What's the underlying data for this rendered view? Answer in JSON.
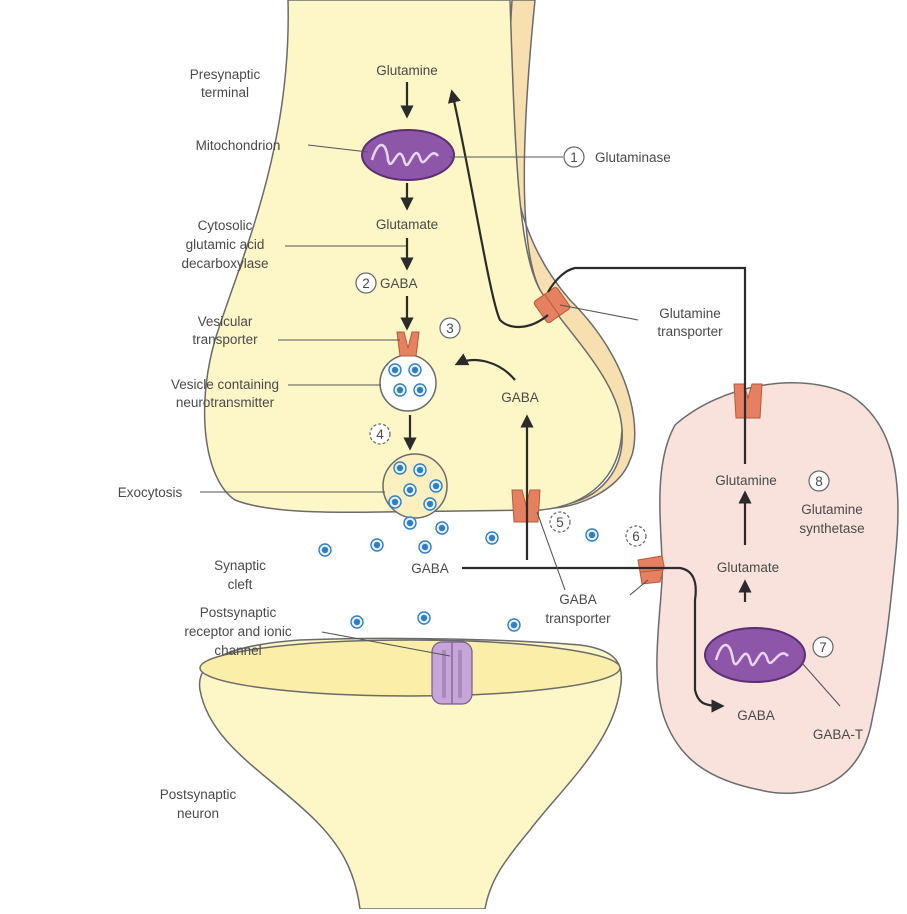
{
  "labels": {
    "presynaptic_terminal": [
      "Presynaptic",
      "terminal"
    ],
    "mitochondrion": "Mitochondrion",
    "cytosolic_gad": [
      "Cytosolic",
      "glutamic acid",
      "decarboxylase"
    ],
    "vesicular_transporter": [
      "Vesicular",
      "transporter"
    ],
    "vesicle_containing": [
      "Vesicle containing",
      "neurotransmitter"
    ],
    "exocytosis": "Exocytosis",
    "synaptic_cleft": [
      "Synaptic",
      "cleft"
    ],
    "postsynaptic_receptor": [
      "Postsynaptic",
      "receptor and ionic",
      "channel"
    ],
    "postsynaptic_neuron": [
      "Postsynaptic",
      "neuron"
    ],
    "glutaminase": "Glutaminase",
    "glutamine_transporter": [
      "Glutamine",
      "transporter"
    ],
    "gaba_transporter": [
      "GABA",
      "transporter"
    ],
    "glutamine_synthetase": [
      "Glutamine",
      "synthetase"
    ],
    "gaba_t": "GABA-T"
  },
  "molecules": {
    "glutamine_pre": "Glutamine",
    "glutamate_pre": "Glutamate",
    "gaba_pre": "GABA",
    "gaba_reuptake": "GABA",
    "gaba_cleft": "GABA",
    "glutamine_glia": "Glutamine",
    "glutamate_glia": "Glutamate",
    "gaba_glia": "GABA"
  },
  "steps": [
    "1",
    "2",
    "3",
    "4",
    "5",
    "6",
    "7",
    "8"
  ],
  "colors": {
    "neuron_fill": "#fdf6c6",
    "glia_edge_fill": "#f8dfb0",
    "glia_fill": "#f9e1dc",
    "mitochondrion": "#8e56a8",
    "mitochondrion_dark": "#5b2f72",
    "transporter": "#e58060",
    "vesicle_dot": "#2f7fc4",
    "receptor": "#c6a6d8"
  }
}
